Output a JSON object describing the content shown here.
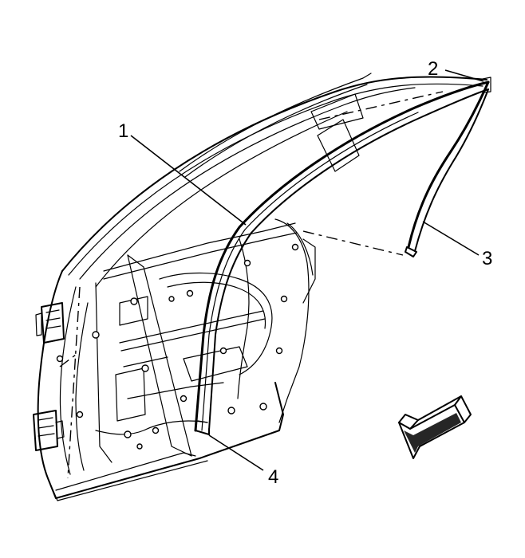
{
  "callouts": [
    {
      "id": "1",
      "label": "1"
    },
    {
      "id": "2",
      "label": "2"
    },
    {
      "id": "3",
      "label": "3"
    },
    {
      "id": "4",
      "label": "4"
    }
  ],
  "arrow": {
    "direction": "front",
    "icon": "direction-arrow-icon"
  },
  "colors": {
    "line": "#000000",
    "background": "#ffffff"
  }
}
